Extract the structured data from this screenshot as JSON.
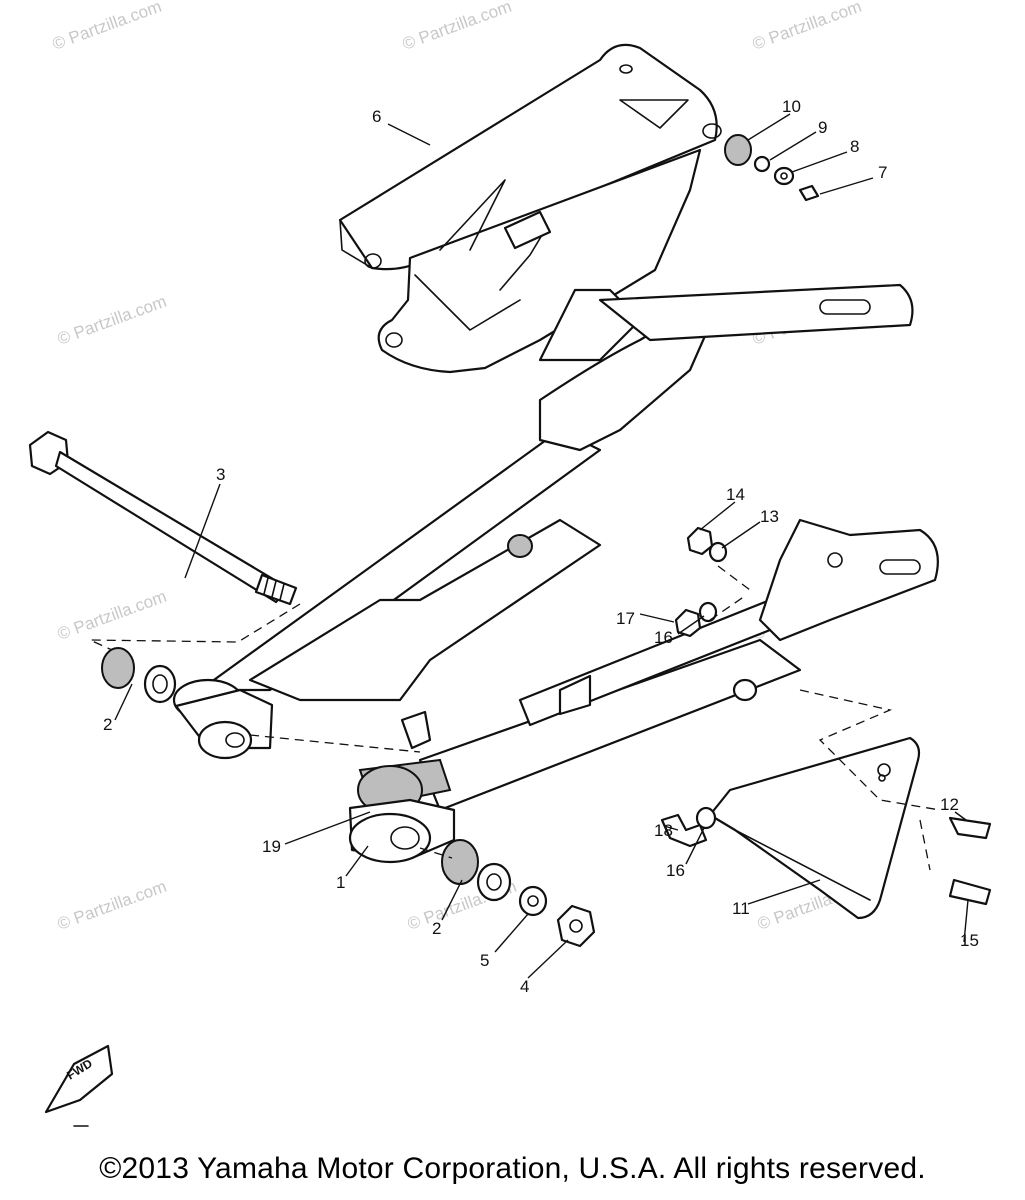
{
  "watermark": {
    "text": "© Partzilla.com"
  },
  "callouts": {
    "c1": "1",
    "c2a": "2",
    "c2b": "2",
    "c3": "3",
    "c4": "4",
    "c5": "5",
    "c6": "6",
    "c7": "7",
    "c8": "8",
    "c9": "9",
    "c10": "10",
    "c11": "11",
    "c12": "12",
    "c13": "13",
    "c14": "14",
    "c15": "15",
    "c16a": "16",
    "c16b": "16",
    "c17": "17",
    "c18": "18",
    "c19": "19"
  },
  "fwd_label": "FWD",
  "copyright": "©2013  Yamaha Motor Corporation, U.S.A. All rights reserved."
}
